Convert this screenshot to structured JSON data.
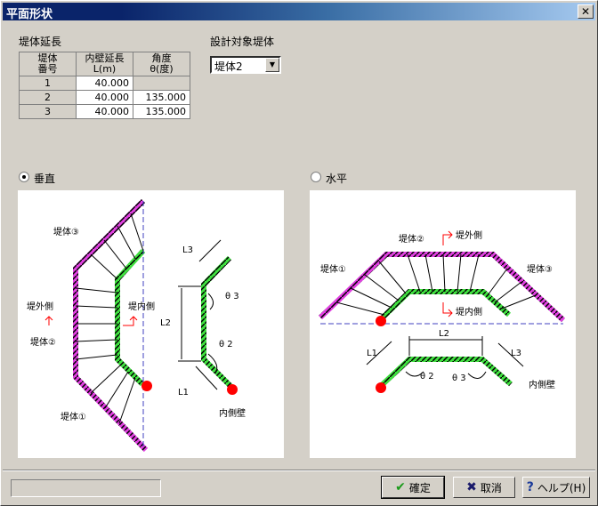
{
  "window": {
    "title": "平面形状",
    "close_glyph": "✕"
  },
  "section_length": "堤体延長",
  "table": {
    "headers": [
      "堤体\n番号",
      "内壁延長\nL(m)",
      "角度\nθ(度)"
    ],
    "rows": [
      {
        "no": "1",
        "length": "40.000",
        "angle": ""
      },
      {
        "no": "2",
        "length": "40.000",
        "angle": "135.000"
      },
      {
        "no": "3",
        "length": "40.000",
        "angle": "135.000"
      }
    ]
  },
  "target": {
    "label": "設計対象堤体",
    "selected": "堤体2"
  },
  "radio": {
    "vertical": "垂直",
    "horizontal": "水平",
    "selected": "vertical"
  },
  "diagram_vertical": {
    "body3": "堤体③",
    "body2": "堤体②",
    "body1": "堤体①",
    "outer": "堤外側",
    "inner": "堤内側",
    "l1": "L1",
    "l2": "L2",
    "l3": "L3",
    "t2": "θ 2",
    "t3": "θ 3",
    "inner_wall": "内側壁"
  },
  "diagram_horizontal": {
    "body1": "堤体①",
    "body2": "堤体②",
    "body3": "堤体③",
    "outer": "堤外側",
    "inner": "堤内側",
    "l1": "L1",
    "l2": "L2",
    "l3": "L3",
    "t2": "θ 2",
    "t3": "θ 3",
    "inner_wall": "内側壁"
  },
  "buttons": {
    "ok": "確定",
    "cancel": "取消",
    "help": "ヘルプ(H)"
  },
  "colors": {
    "outer_wall": "#e040e0",
    "inner_wall": "#40e040",
    "anchor": "#ff0000"
  }
}
